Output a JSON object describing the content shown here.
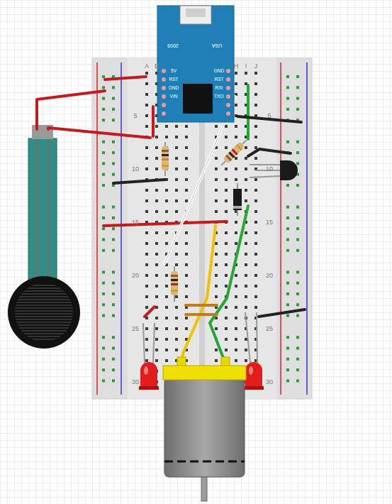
{
  "diagram": {
    "labels": [
      "A",
      "B",
      "H",
      "I",
      "J",
      "5",
      "10",
      "15",
      "20",
      "25",
      "30",
      "5",
      "10",
      "15",
      "20",
      "25",
      "30",
      "5V",
      "RST",
      "GND",
      "VIN",
      "GND",
      "RST",
      "RXI",
      "TXO",
      "USA",
      "2009"
    ]
  }
}
